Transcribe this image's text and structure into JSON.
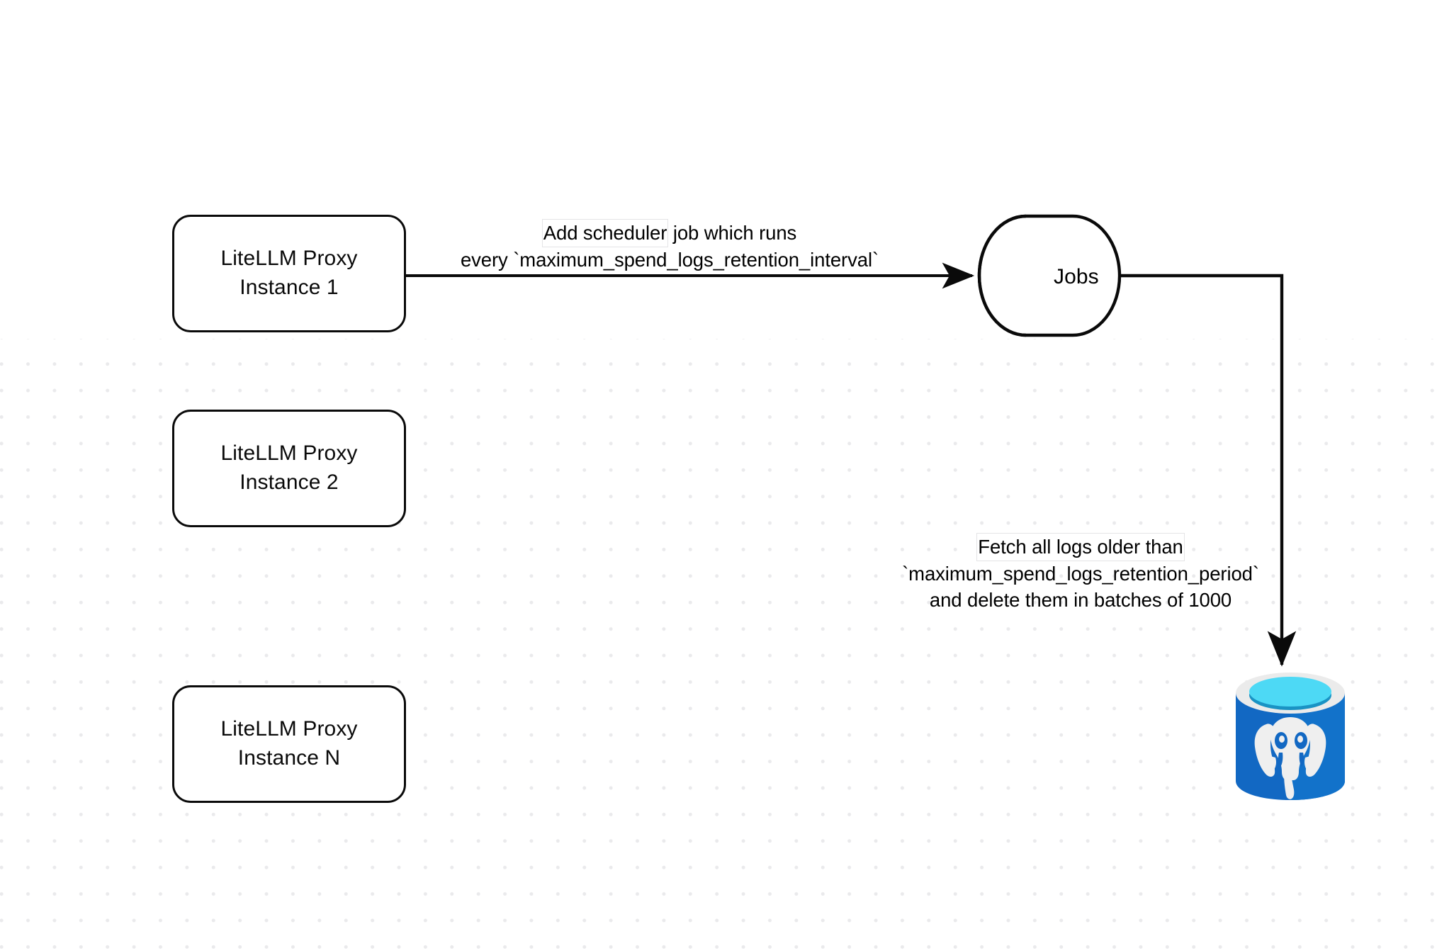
{
  "diagram": {
    "title": "LiteLLM spend-logs retention scheduler flow",
    "background": "#ffffff",
    "grid_dot_color": "#eaeaec",
    "stroke_color": "#0a0a0a"
  },
  "nodes": {
    "proxy_instances": [
      {
        "id": "proxy-1",
        "line1": "LiteLLM Proxy",
        "line2": "Instance 1"
      },
      {
        "id": "proxy-2",
        "line1": "LiteLLM Proxy",
        "line2": "Instance 2"
      },
      {
        "id": "proxy-n",
        "line1": "LiteLLM Proxy",
        "line2": "Instance N"
      }
    ],
    "jobs_store": {
      "id": "jobs",
      "label": "Jobs",
      "shape": "cylinder"
    },
    "database": {
      "id": "postgres-database",
      "icon": "postgresql-database-icon",
      "body_color": "#1268C3",
      "body_color_light": "#1278CE",
      "top_color": "#4DD9F5",
      "liquid_shadow": "#1A93C4",
      "rim_color": "#EBEBEB",
      "elephant_color": "#EFEFEF"
    }
  },
  "edges": [
    {
      "id": "edge-proxy1-to-jobs",
      "from": "proxy-1",
      "to": "jobs",
      "label_lines": [
        "Add scheduler job which runs",
        "every `maximum_spend_logs_retention_interval`"
      ],
      "highlighted_fragment": "Add scheduler"
    },
    {
      "id": "edge-jobs-to-database",
      "from": "jobs",
      "to": "postgres-database",
      "label_lines": [
        "Fetch all logs older than",
        "`maximum_spend_logs_retention_period`",
        "and delete them in batches of 1000"
      ],
      "highlighted_fragment": "Fetch all logs older than"
    }
  ]
}
